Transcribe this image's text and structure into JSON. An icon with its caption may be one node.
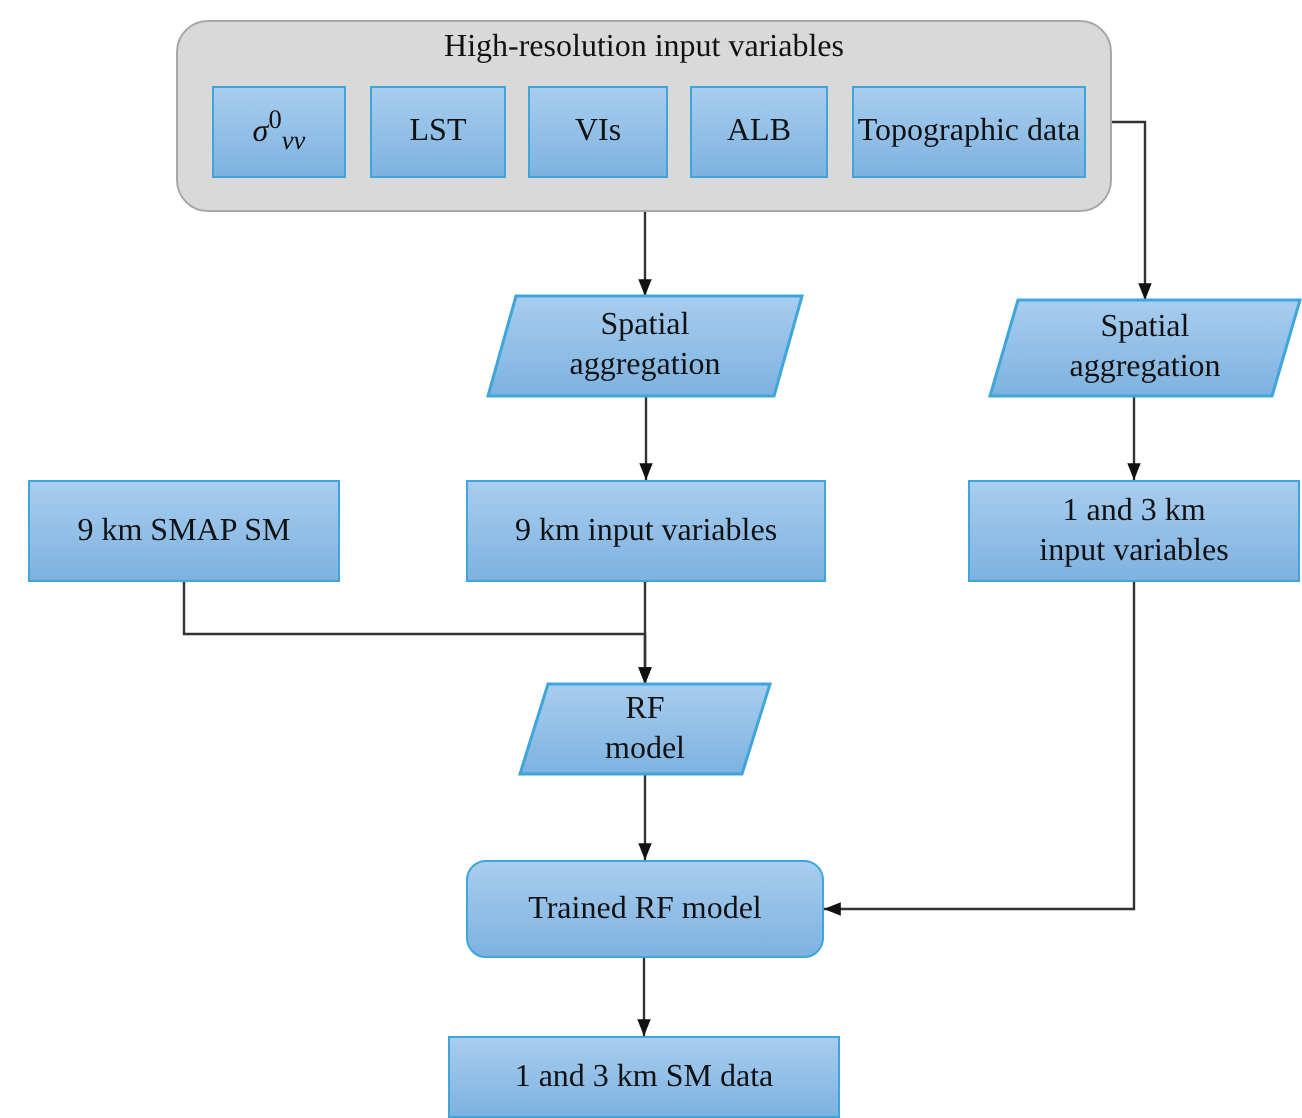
{
  "diagram": {
    "nodes": [
      {
        "text": [
          "High-resolution input variables"
        ]
      },
      {
        "text": [
          "*σ*$^{0}$$_{vv}$"
        ],
        "in": 0
      },
      {
        "text": [
          "LST"
        ],
        "in": 0
      },
      {
        "text": [
          "VIs"
        ],
        "in": 0
      },
      {
        "text": [
          "ALB"
        ],
        "in": 0
      },
      {
        "text": [
          "Topographic data"
        ],
        "in": 0
      },
      {
        "text": [
          "Spatial aggregation"
        ]
      },
      {
        "text": [
          "Spatial aggregation"
        ]
      },
      {
        "text": [
          "9 km SMAP SM"
        ]
      },
      {
        "text": [
          "9 km input variables"
        ]
      },
      {
        "text": [
          "1 and 3 km input variables"
        ]
      },
      {
        "text": [
          "RF model"
        ]
      },
      {
        "text": [
          "Trained RF model"
        ]
      },
      {
        "text": [
          "1 and 3 km SM data"
        ]
      }
    ],
    "edges": [
      {
        "from": 0,
        "to": 6,
        "arrow": "to"
      },
      {
        "from": 5,
        "to": 7,
        "arrow": "to"
      },
      {
        "from": 6,
        "to": 9,
        "arrow": "to"
      },
      {
        "from": 7,
        "to": 10,
        "arrow": "to"
      },
      {
        "from": 8,
        "to": 11,
        "arrow": "to"
      },
      {
        "from": 9,
        "to": 11,
        "arrow": "to"
      },
      {
        "from": 11,
        "to": 12,
        "arrow": "to"
      },
      {
        "from": 10,
        "to": 12,
        "arrow": "to"
      },
      {
        "from": 12,
        "to": 13,
        "arrow": "to"
      }
    ]
  }
}
